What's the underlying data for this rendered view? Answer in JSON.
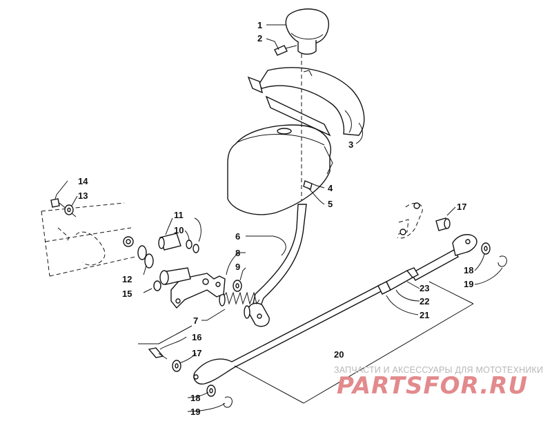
{
  "callouts": [
    {
      "id": "c1",
      "text": "1"
    },
    {
      "id": "c2",
      "text": "2"
    },
    {
      "id": "c3",
      "text": "3"
    },
    {
      "id": "c4",
      "text": "4"
    },
    {
      "id": "c5",
      "text": "5"
    },
    {
      "id": "c6",
      "text": "6"
    },
    {
      "id": "c7",
      "text": "7"
    },
    {
      "id": "c8",
      "text": "8"
    },
    {
      "id": "c9",
      "text": "9"
    },
    {
      "id": "c10",
      "text": "10"
    },
    {
      "id": "c11",
      "text": "11"
    },
    {
      "id": "c12",
      "text": "12"
    },
    {
      "id": "c13",
      "text": "13"
    },
    {
      "id": "c14",
      "text": "14"
    },
    {
      "id": "c15",
      "text": "15"
    },
    {
      "id": "c16",
      "text": "16"
    },
    {
      "id": "c17a",
      "text": "17"
    },
    {
      "id": "c17b",
      "text": "17"
    },
    {
      "id": "c18a",
      "text": "18"
    },
    {
      "id": "c18b",
      "text": "18"
    },
    {
      "id": "c19a",
      "text": "19"
    },
    {
      "id": "c19b",
      "text": "19"
    },
    {
      "id": "c20",
      "text": "20"
    },
    {
      "id": "c21",
      "text": "21"
    },
    {
      "id": "c22",
      "text": "22"
    },
    {
      "id": "c23",
      "text": "23"
    }
  ],
  "watermark": {
    "tagline": "ЗАПЧАСТИ И АКСЕССУАРЫ ДЛЯ МОТОТЕХНИКИ",
    "brand": "PARTSFOR.RU",
    "brand_color": "#e28a8c",
    "tagline_color": "#b7b7b7"
  }
}
